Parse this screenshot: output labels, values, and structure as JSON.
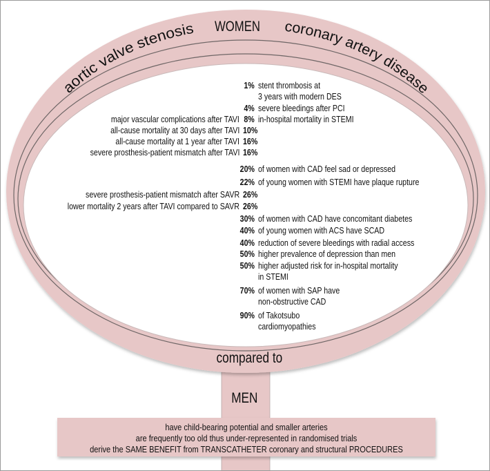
{
  "colors": {
    "ring": "#e7c7c7",
    "stroke": "#8a7f7f"
  },
  "ring_labels": {
    "left": "aortic valve stenosis",
    "top": "WOMEN",
    "right": "coronary artery disease"
  },
  "rows": [
    {
      "pct": "1%",
      "right": "stent thrombosis at"
    },
    {
      "right": "3 years with modern DES"
    },
    {
      "pct": "4%",
      "right": "severe bleedings after PCI"
    },
    {
      "left": "major vascular complications after TAVI",
      "pct": "8%",
      "right": "in-hospital mortality in STEMI"
    },
    {
      "left": "all-cause mortality at 30 days after TAVI",
      "lpct": "10%"
    },
    {
      "left": "all-cause mortality at 1 year after TAVI",
      "lpct": "16%"
    },
    {
      "left": "severe prosthesis-patient mismatch after TAVI",
      "lpct": "16%"
    },
    {
      "pct": "20%",
      "right": "of women with CAD feel sad or depressed"
    },
    {
      "pct": "22%",
      "right": "of young women with STEMI have plaque rupture"
    },
    {
      "left": "severe prosthesis-patient mismatch after SAVR",
      "lpct": "26%"
    },
    {
      "left": "lower mortality 2 years after TAVI compared to SAVR",
      "lpct": "26%"
    },
    {
      "pct": "30%",
      "right": "of women with CAD have concomitant diabetes"
    },
    {
      "pct": "40%",
      "right": "of young women with ACS have SCAD"
    },
    {
      "pct": "40%",
      "right": "reduction of severe bleedings with radial access"
    },
    {
      "pct": "50%",
      "right": "higher prevalence of depression than men"
    },
    {
      "pct": "50%",
      "right": "higher adjusted risk for in-hospital mortality"
    },
    {
      "right": "in STEMI"
    },
    {
      "pct": "70%",
      "right": "of women with SAP have"
    },
    {
      "right": "non-obstructive CAD"
    },
    {
      "pct": "90%",
      "right": "of Takotsubo"
    },
    {
      "right": "cardiomyopathies"
    }
  ],
  "compared_to": "compared to",
  "men": "MEN",
  "bar_lines": [
    "have child-bearing potential and smaller arteries",
    "are frequently too old thus under-represented in randomised trials",
    "derive the SAME BENEFIT from TRANSCATHETER coronary and structural PROCEDURES"
  ]
}
